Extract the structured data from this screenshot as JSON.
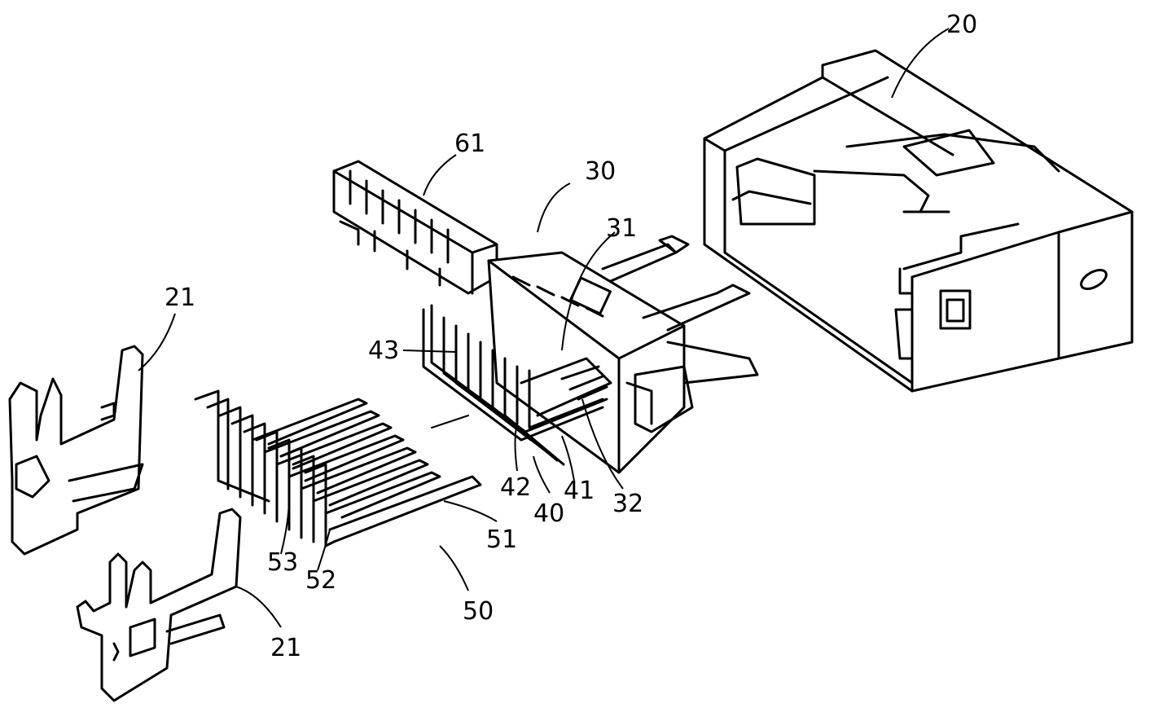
{
  "figure": {
    "labels": [
      {
        "id": "20",
        "text": "20"
      },
      {
        "id": "61",
        "text": "61"
      },
      {
        "id": "30",
        "text": "30"
      },
      {
        "id": "31",
        "text": "31"
      },
      {
        "id": "21a",
        "text": "21"
      },
      {
        "id": "43",
        "text": "43"
      },
      {
        "id": "42",
        "text": "42"
      },
      {
        "id": "41",
        "text": "41"
      },
      {
        "id": "40",
        "text": "40"
      },
      {
        "id": "32",
        "text": "32"
      },
      {
        "id": "51",
        "text": "51"
      },
      {
        "id": "53",
        "text": "53"
      },
      {
        "id": "52",
        "text": "52"
      },
      {
        "id": "50",
        "text": "50"
      },
      {
        "id": "21b",
        "text": "21"
      }
    ]
  }
}
